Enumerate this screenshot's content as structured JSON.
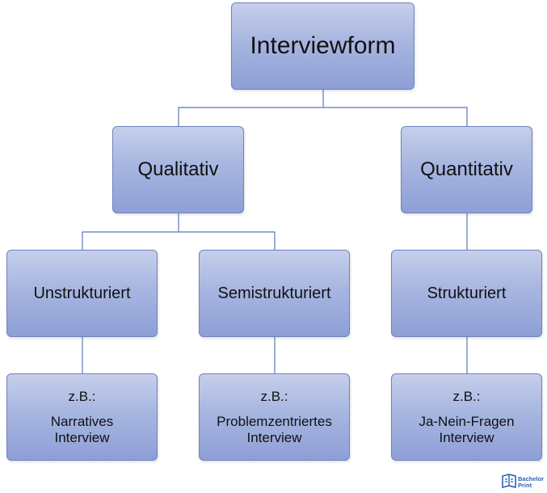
{
  "diagram": {
    "root": {
      "label": "Interviewform"
    },
    "level1": [
      {
        "label": "Qualitativ"
      },
      {
        "label": "Quantitativ"
      }
    ],
    "level2": [
      {
        "label": "Unstrukturiert"
      },
      {
        "label": "Semistrukturiert"
      },
      {
        "label": "Strukturiert"
      }
    ],
    "examples": [
      {
        "prefix": "z.B.:",
        "line1": "Narratives",
        "line2": "Interview"
      },
      {
        "prefix": "z.B.:",
        "line1": "Problemzentriertes",
        "line2": "Interview"
      },
      {
        "prefix": "z.B.:",
        "line1": "Ja-Nein-Fragen",
        "line2": "Interview"
      }
    ]
  },
  "logo": {
    "text_line1": "Bachelor",
    "text_line2": "Print",
    "color": "#2f5fb3"
  },
  "colors": {
    "connector": "#5b78b8",
    "node_border": "#6f82c0"
  }
}
